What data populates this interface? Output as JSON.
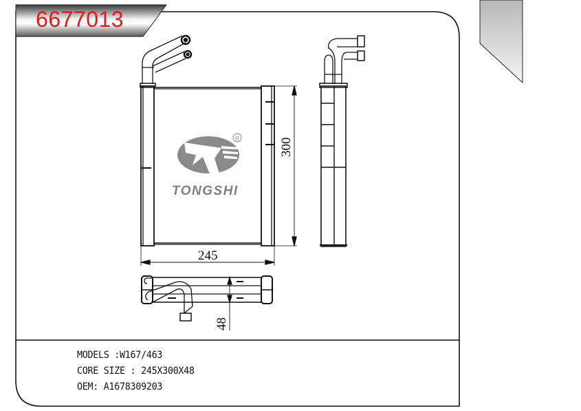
{
  "header": {
    "part_number": "6677013",
    "part_number_color": "#e21a1a"
  },
  "drawing": {
    "brand": {
      "name": "TONGSHI",
      "registered_mark": "®",
      "color": "#808080"
    },
    "dimensions": {
      "width": "245",
      "height": "300",
      "depth": "48"
    }
  },
  "specs": {
    "models": "MODELS :W167/463",
    "core_size": "CORE SIZE : 245X300X48",
    "oem": "OEM: A1678309203"
  }
}
